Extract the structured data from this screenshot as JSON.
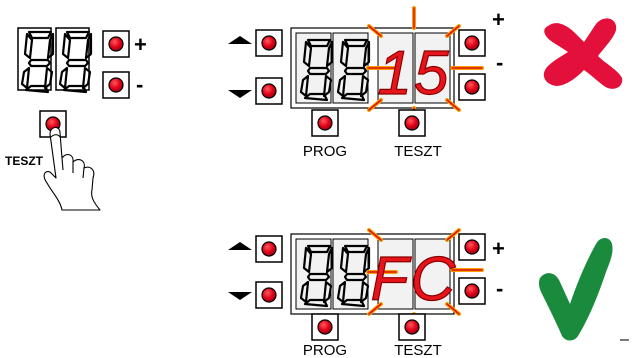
{
  "colors": {
    "led_red": "#e0001a",
    "blink_orange": "#f5a000",
    "blink_red": "#e01010",
    "digit_red": "#e8141c",
    "cross_red": "#e2103a",
    "check_green": "#1a8a3c",
    "panel_gray": "#d8d8d8"
  },
  "panel_left": {
    "display": "88",
    "plus": "+",
    "minus": "-",
    "test_label": "TESZT"
  },
  "panel_top": {
    "display_left": "88",
    "display_right": "15",
    "plus": "+",
    "minus": "-",
    "prog_label": "PROG",
    "test_label": "TESZT",
    "result_icon": "red-cross-icon"
  },
  "panel_bottom": {
    "display_left": "88",
    "display_right": "FC",
    "plus": "+",
    "minus": "-",
    "prog_label": "PROG",
    "test_label": "TESZT",
    "result_icon": "green-check-icon",
    "trailing_mark": "–"
  }
}
